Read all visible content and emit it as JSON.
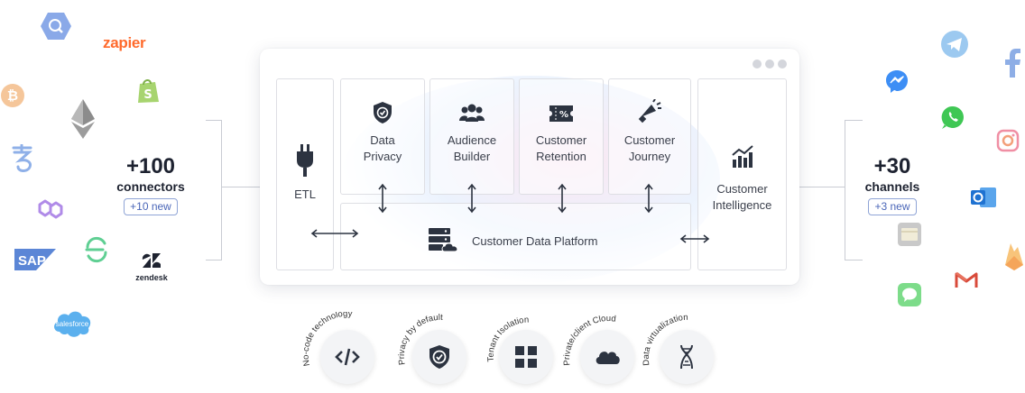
{
  "left_stats": {
    "count": "+100",
    "label": "connectors",
    "pill": "+10 new"
  },
  "right_stats": {
    "count": "+30",
    "label": "channels",
    "pill": "+3 new"
  },
  "modules": {
    "etl": "ETL",
    "privacy": [
      "Data",
      "Privacy"
    ],
    "audience": [
      "Audience",
      "Builder"
    ],
    "retention": [
      "Customer",
      "Retention"
    ],
    "journey": [
      "Customer",
      "Journey"
    ],
    "intelligence": [
      "Customer",
      "Intelligence"
    ],
    "cdp": "Customer Data Platform"
  },
  "features": [
    {
      "label": "No-code technology",
      "icon": "code-icon"
    },
    {
      "label": "Privacy by default",
      "icon": "shield-check-icon"
    },
    {
      "label": "Tenant Isolation",
      "icon": "grid-icon"
    },
    {
      "label": "Private/client Cloud",
      "icon": "cloud-icon"
    },
    {
      "label": "Data virtualization",
      "icon": "dna-icon"
    }
  ],
  "logos": {
    "zapier": "zapier",
    "sap": "SAP",
    "zendesk": "zendesk",
    "salesforce": "salesforce"
  },
  "colors": {
    "accent": "#4a66b8",
    "icon_dark": "#2c3340",
    "zapier": "#ff6a2c",
    "gmail": "#d84a3a",
    "whatsapp": "#3fc754",
    "messenger": "#3d8ef5",
    "telegram": "#5aa8e6",
    "facebook": "#6d94d8",
    "outlook": "#1f72d1"
  }
}
